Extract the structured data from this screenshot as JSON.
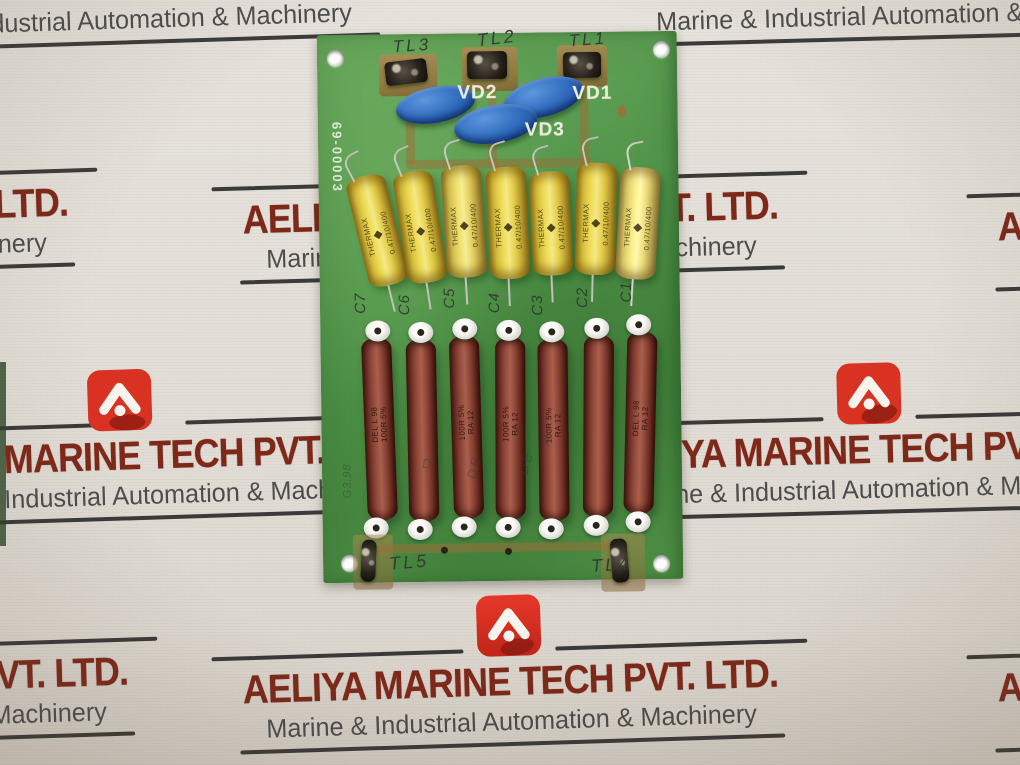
{
  "watermark": {
    "company": "AELIYA MARINE TECH PVT. LTD.",
    "tagline": "Marine & Industrial Automation & Machinery",
    "colors": {
      "logo_red": "#df3122",
      "title_maroon": "#7d2819",
      "tagline_gray": "#4d4d4d",
      "rule_black": "#232323"
    }
  },
  "board": {
    "part_number": "69-00003",
    "top_terminals": [
      "TL3",
      "TL2",
      "TL1"
    ],
    "bottom_terminals": [
      "TL5",
      "TL4"
    ],
    "varistors": [
      "VD2",
      "VD1",
      "VD3"
    ],
    "capacitors": [
      "C7",
      "C6",
      "C5",
      "C4",
      "C3",
      "C2",
      "C1"
    ],
    "capacitor_brand": "THERMAX",
    "capacitor_value": "0.47/10/400",
    "resistor_marking_brand": "DEL L 98",
    "resistor_marking_line1": "100R 5%",
    "resistor_marking_line2": "RA 12",
    "handwritten_note": "G3.98",
    "handwritten_marks": [
      "D",
      "DE",
      "DE",
      "X"
    ],
    "colors": {
      "pcb_green": "#4f9247",
      "copper": "#a3793f",
      "capacitor_yellow": "#e8d44f",
      "resistor_maroon": "#8a4238",
      "varistor_blue": "#2d6cc2"
    }
  }
}
